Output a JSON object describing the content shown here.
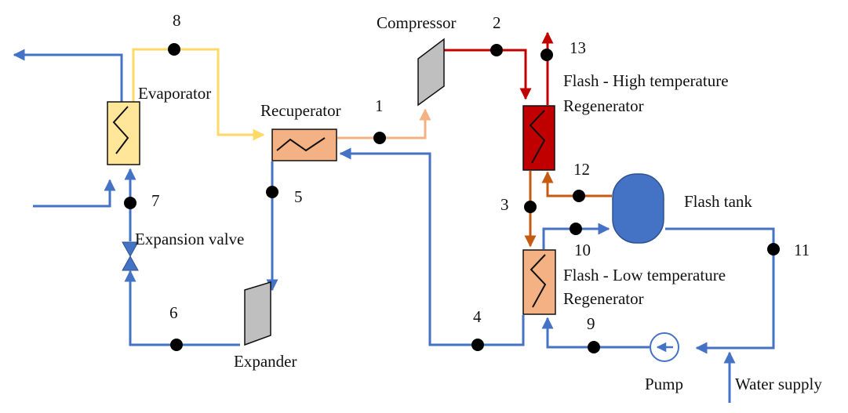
{
  "colors": {
    "water": "#4472C4",
    "hot_fluid": "#FFD966",
    "stream_1": "#F4B183",
    "hot_stream": "#C00000",
    "warm_stream": "#C55A11",
    "evaporator_fill": "#FFE699",
    "recuperator_fill": "#F4B183",
    "ht_regenerator_fill": "#C00000",
    "lt_regenerator_fill": "#F4B183",
    "flash_tank_fill": "#4472C4",
    "turbomachine_fill": "#BFBFBF"
  },
  "components": {
    "compressor": "Compressor",
    "evaporator": "Evaporator",
    "recuperator": "Recuperator",
    "ht_regenerator_line1": "Flash - High  temperature",
    "ht_regenerator_line2": "Regenerator",
    "flash_tank": "Flash tank",
    "expansion_valve": "Expansion valve",
    "lt_regenerator_line1": "Flash - Low  temperature",
    "lt_regenerator_line2": "Regenerator",
    "expander": "Expander",
    "pump": "Pump",
    "water_supply": "Water supply"
  },
  "states": {
    "s1": "1",
    "s2": "2",
    "s3": "3",
    "s4": "4",
    "s5": "5",
    "s6": "6",
    "s7": "7",
    "s8": "8",
    "s9": "9",
    "s10": "10",
    "s11": "11",
    "s12": "12",
    "s13": "13"
  }
}
